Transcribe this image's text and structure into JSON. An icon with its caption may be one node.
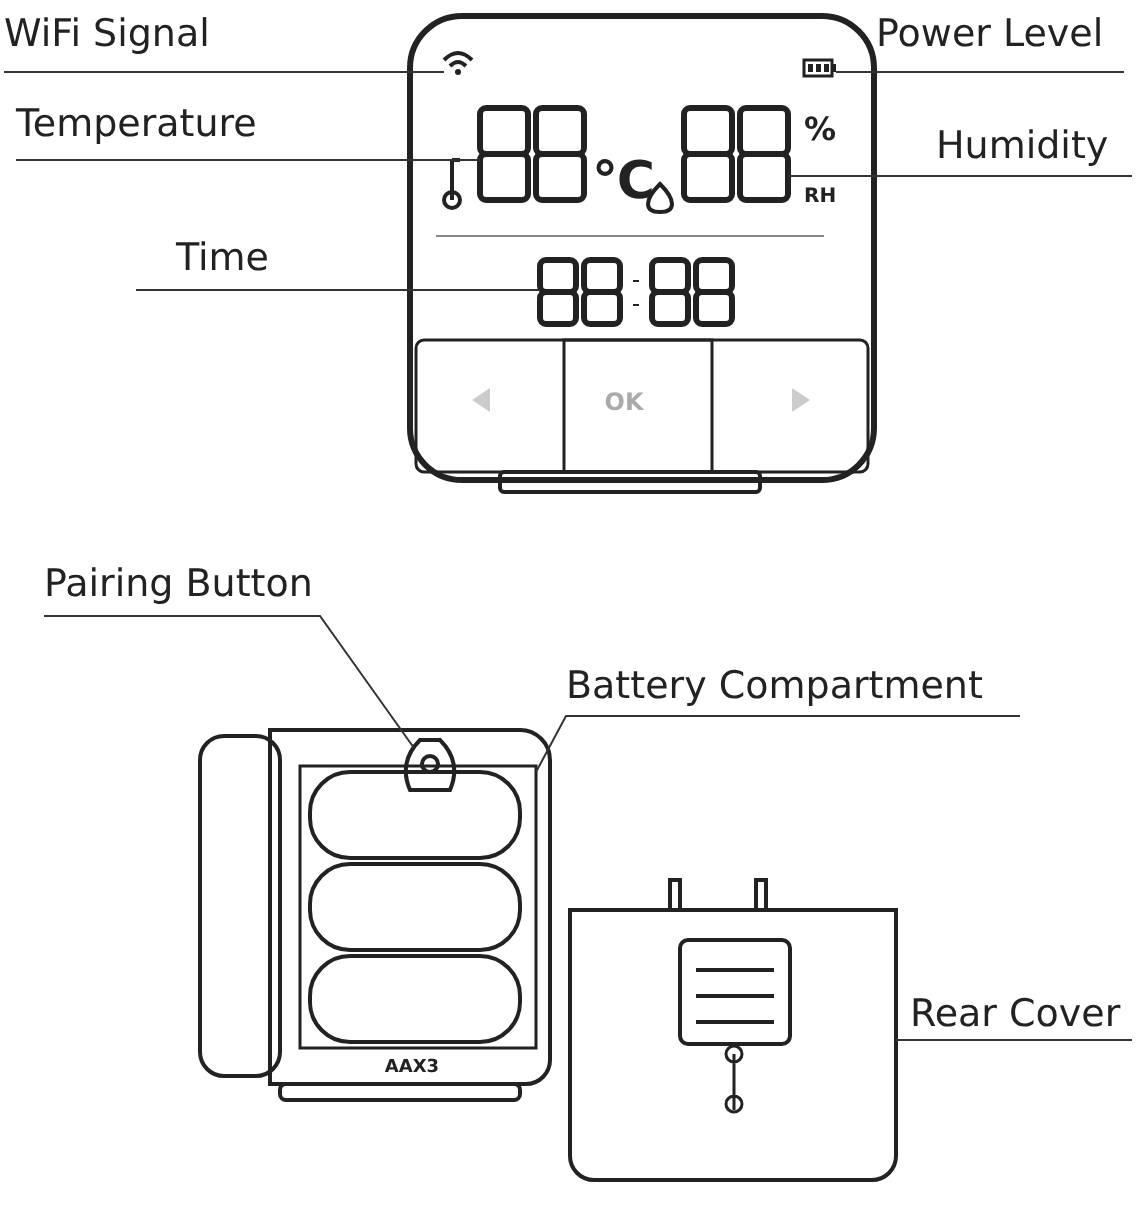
{
  "diagram": {
    "nodes": [
      {
        "text": [
          "WiFi Signal"
        ]
      },
      {
        "text": [
          "Power Level"
        ]
      },
      {
        "text": [
          "Temperature"
        ]
      },
      {
        "text": [
          "Humidity"
        ]
      },
      {
        "text": [
          "Time"
        ]
      },
      {
        "text": [
          "Pairing Button"
        ]
      },
      {
        "text": [
          "Battery Compartment"
        ]
      },
      {
        "text": [
          "Rear Cover"
        ]
      },
      {
        "text": [],
        "shape": "icon"
      },
      {
        "text": [],
        "shape": "icon"
      },
      {
        "text": [],
        "shape": "digits"
      },
      {
        "text": [],
        "shape": "digits"
      },
      {
        "text": [],
        "shape": "digits"
      },
      {
        "text": [],
        "shape": "button"
      },
      {
        "text": [],
        "shape": "box"
      },
      {
        "text": [],
        "shape": "box"
      }
    ],
    "edges": [
      {
        "from": 0,
        "to": 8,
        "arrow": "none"
      },
      {
        "from": 1,
        "to": 9,
        "arrow": "none"
      },
      {
        "from": 2,
        "to": 10,
        "arrow": "none"
      },
      {
        "from": 3,
        "to": 11,
        "arrow": "none"
      },
      {
        "from": 4,
        "to": 12,
        "arrow": "none"
      },
      {
        "from": 5,
        "to": 13,
        "arrow": "none"
      },
      {
        "from": 6,
        "to": 14,
        "arrow": "none"
      },
      {
        "from": 7,
        "to": 15,
        "arrow": "none"
      }
    ],
    "labels": [
      "℃",
      "%",
      "RH",
      "OK",
      "AAX3"
    ]
  }
}
